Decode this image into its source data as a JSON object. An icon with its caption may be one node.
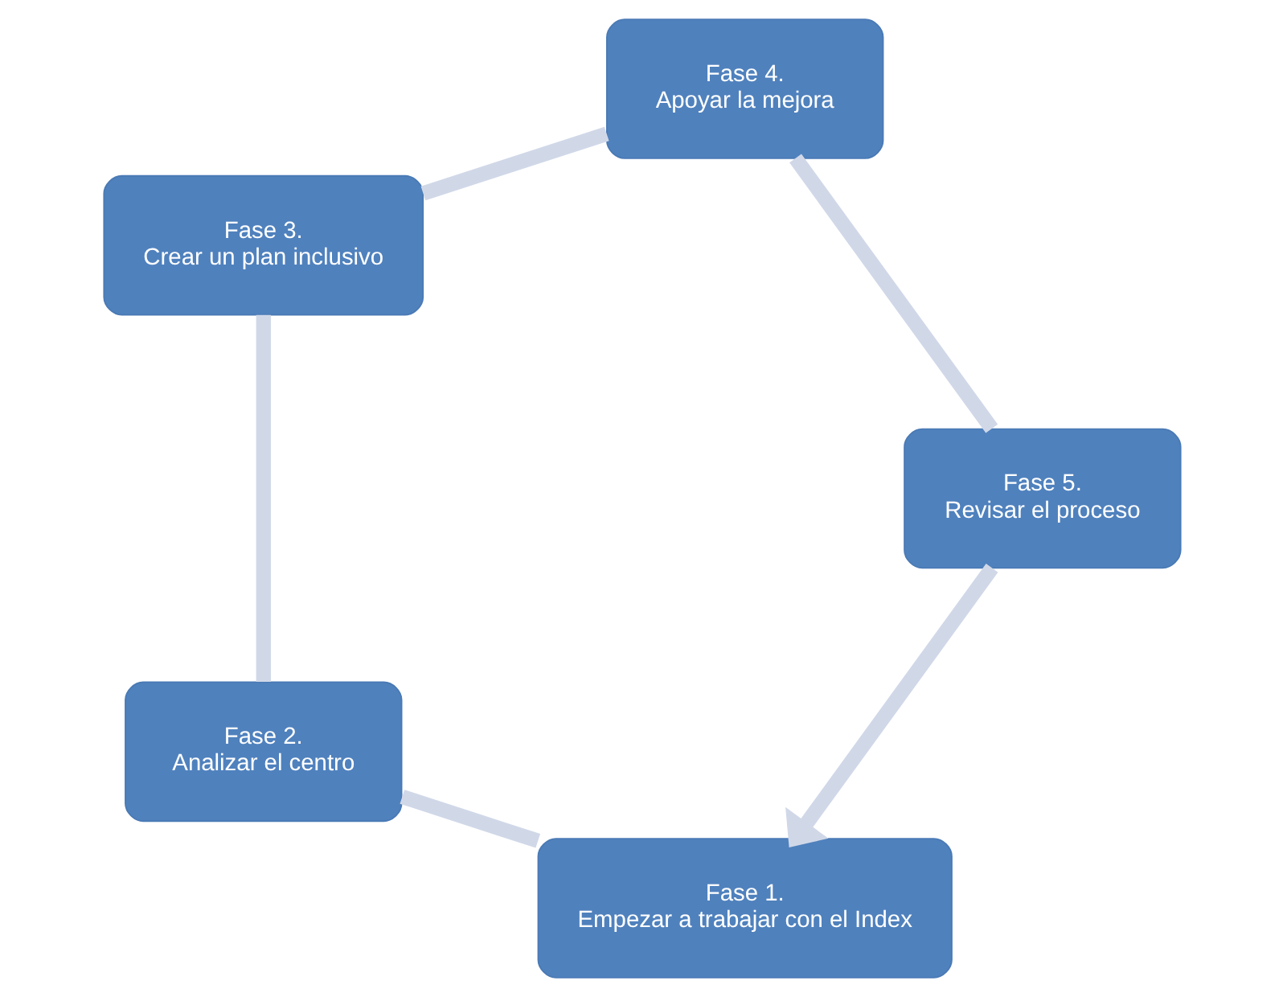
{
  "diagram": {
    "nodes": [
      {
        "text": [
          "Fase 1.",
          "Empezar a trabajar con el Index"
        ]
      },
      {
        "text": [
          "Fase 2.",
          "Analizar el centro"
        ]
      },
      {
        "text": [
          "Fase 3.",
          "Crear un plan inclusivo"
        ]
      },
      {
        "text": [
          "Fase 4.",
          "Apoyar la mejora"
        ]
      },
      {
        "text": [
          "Fase 5.",
          "Revisar el proceso"
        ]
      }
    ],
    "edges": [
      {
        "from": 0,
        "to": 1,
        "arrow": "none"
      },
      {
        "from": 1,
        "to": 2,
        "arrow": "none"
      },
      {
        "from": 2,
        "to": 3,
        "arrow": "none"
      },
      {
        "from": 3,
        "to": 4,
        "arrow": "none"
      },
      {
        "from": 4,
        "to": 0,
        "arrow": "to"
      }
    ]
  }
}
